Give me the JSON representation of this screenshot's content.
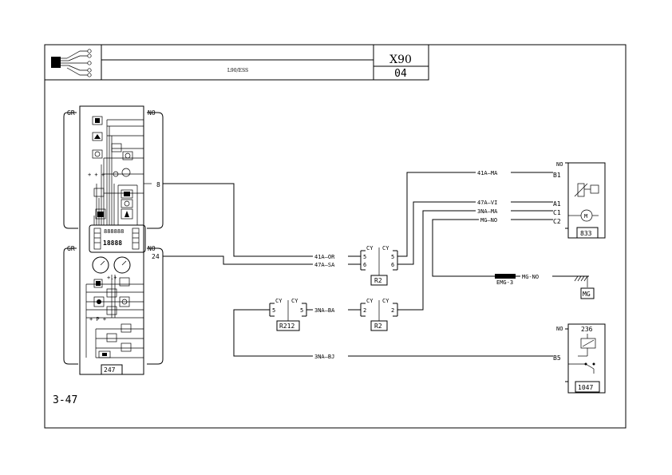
{
  "title_block": {
    "vehicle_code": "L90/ESS",
    "diagram_id": "X90",
    "sheet": "04"
  },
  "page_ref": "3-47",
  "components": {
    "instrument_panel": {
      "id": "247",
      "pin_8": "8",
      "pin_24": "24",
      "left_top": "GR",
      "right_top": "NO",
      "left_bottom": "GR",
      "right_bottom": "NO"
    },
    "connector_r2_top": {
      "id": "R2",
      "color_l": "CY",
      "color_r": "CY",
      "pin_l1": "5",
      "pin_l2": "6",
      "pin_r1": "5",
      "pin_r2": "6"
    },
    "connector_r2_bottom": {
      "id": "R2",
      "color_l": "CY",
      "color_r": "CY",
      "pin_l": "2",
      "pin_r": "2"
    },
    "connector_r212": {
      "id": "R212",
      "color_l": "CY",
      "color_r": "CY",
      "pin_l": "5",
      "pin_r": "5"
    },
    "sensor_833": {
      "id": "833",
      "color": "NO",
      "pin_b1": "B1",
      "pin_a1": "A1",
      "pin_c1": "C1",
      "pin_c2": "C2"
    },
    "relay_1047": {
      "id": "1047",
      "color": "NO",
      "sub_id": "236",
      "pin_b5": "B5"
    },
    "ground_mg": {
      "id": "MG"
    },
    "splice_emg3": {
      "id": "EMG-3"
    }
  },
  "wires": {
    "w41a_or": "41A—OR",
    "w47a_sa": "47A—SA",
    "w41a_ma": "41A—MA",
    "w47a_vi": "47A—VI",
    "w3na_ma": "3NA—MA",
    "wmg_no": "MG—NO",
    "wmg_no_ground": "MG-NO",
    "w3na_ba": "3NA—BA",
    "w3na_bj": "3NA—BJ"
  },
  "instrument_display": {
    "row1": "888888",
    "row2": "18888"
  }
}
